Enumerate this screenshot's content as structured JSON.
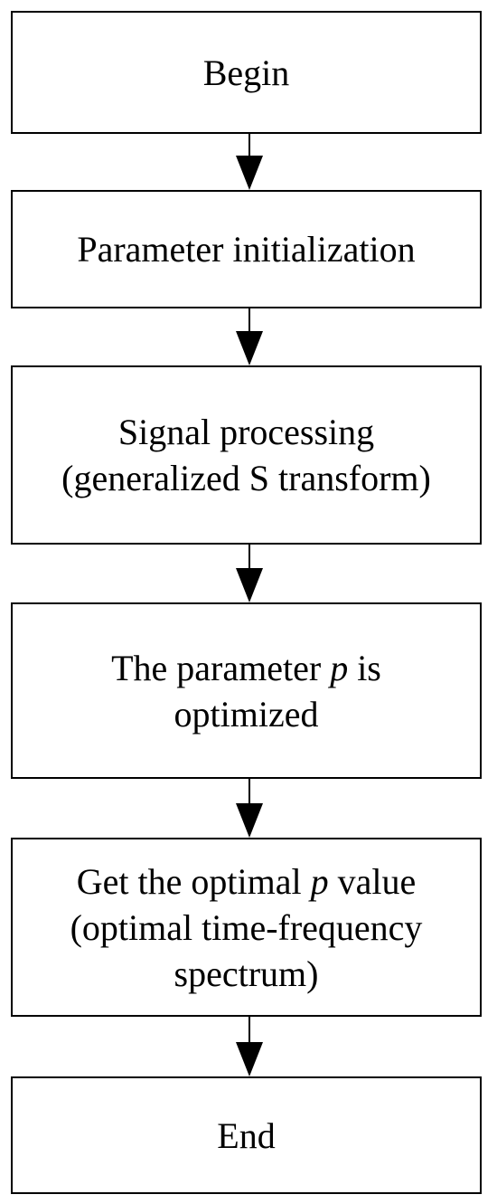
{
  "flowchart": {
    "steps": [
      {
        "lines": [
          "Begin"
        ]
      },
      {
        "lines": [
          "Parameter initialization"
        ]
      },
      {
        "lines": [
          "Signal processing",
          "(generalized S transform)"
        ]
      },
      {
        "lines": [
          "The parameter ",
          "p",
          " is",
          "optimized"
        ]
      },
      {
        "lines": [
          "Get the optimal ",
          "p",
          " value",
          "(optimal time-frequency",
          "spectrum)"
        ]
      },
      {
        "lines": [
          "End"
        ]
      }
    ]
  },
  "colors": {
    "stroke": "#000000",
    "fill": "#ffffff"
  }
}
